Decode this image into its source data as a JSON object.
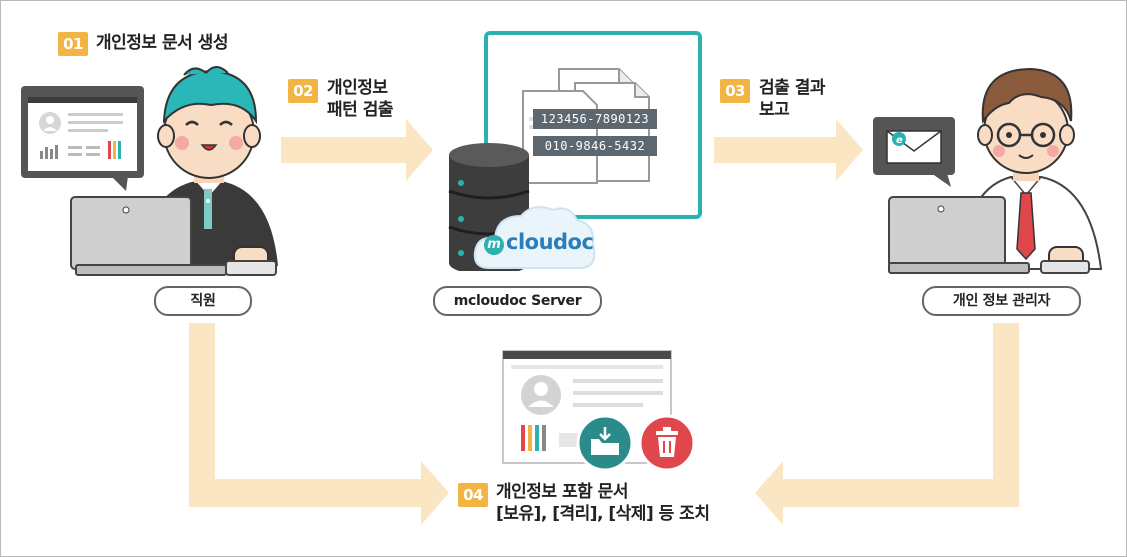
{
  "steps": [
    {
      "num": "01",
      "lines": [
        "개인정보 문서 생성"
      ]
    },
    {
      "num": "02",
      "lines": [
        "개인정보",
        "패턴 검출"
      ]
    },
    {
      "num": "03",
      "lines": [
        "검출 결과",
        "보고"
      ]
    },
    {
      "num": "04",
      "lines": [
        "개인정보 포함 문서",
        "[보유], [격리], [삭제] 등 조치"
      ]
    }
  ],
  "actors": {
    "employee": "직원",
    "server": "mcloudoc Server",
    "admin": "개인 정보 관리자"
  },
  "detected_numbers": [
    "123456-7890123",
    "010-9846-5432"
  ],
  "logo": {
    "mark": "m",
    "text": "cloudoc"
  },
  "colors": {
    "accent": "#f2b544",
    "arrow": "#fbe6c4",
    "teal": "#2bb2b0",
    "red": "#e0474c"
  },
  "icons": [
    "person-icon",
    "bar-chart-icon",
    "envelope-icon",
    "document-icon",
    "database-icon",
    "cloud-icon",
    "folder-download-icon",
    "trash-icon"
  ]
}
